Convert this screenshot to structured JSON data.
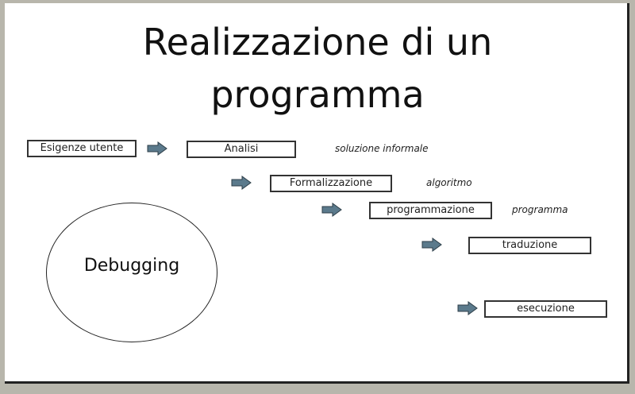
{
  "title_line1": "Realizzazione di un",
  "title_line2": "programma",
  "steps": [
    {
      "label": "Esigenze utente"
    },
    {
      "label": "Analisi",
      "output": "soluzione informale"
    },
    {
      "label": "Formalizzazione",
      "output": "algoritmo"
    },
    {
      "label": "programmazione",
      "output": "programma"
    },
    {
      "label": "traduzione"
    },
    {
      "label": "esecuzione"
    }
  ],
  "debugging": "Debugging",
  "colors": {
    "arrow": "#5b7a8c",
    "frame": "#b8b6ac"
  }
}
